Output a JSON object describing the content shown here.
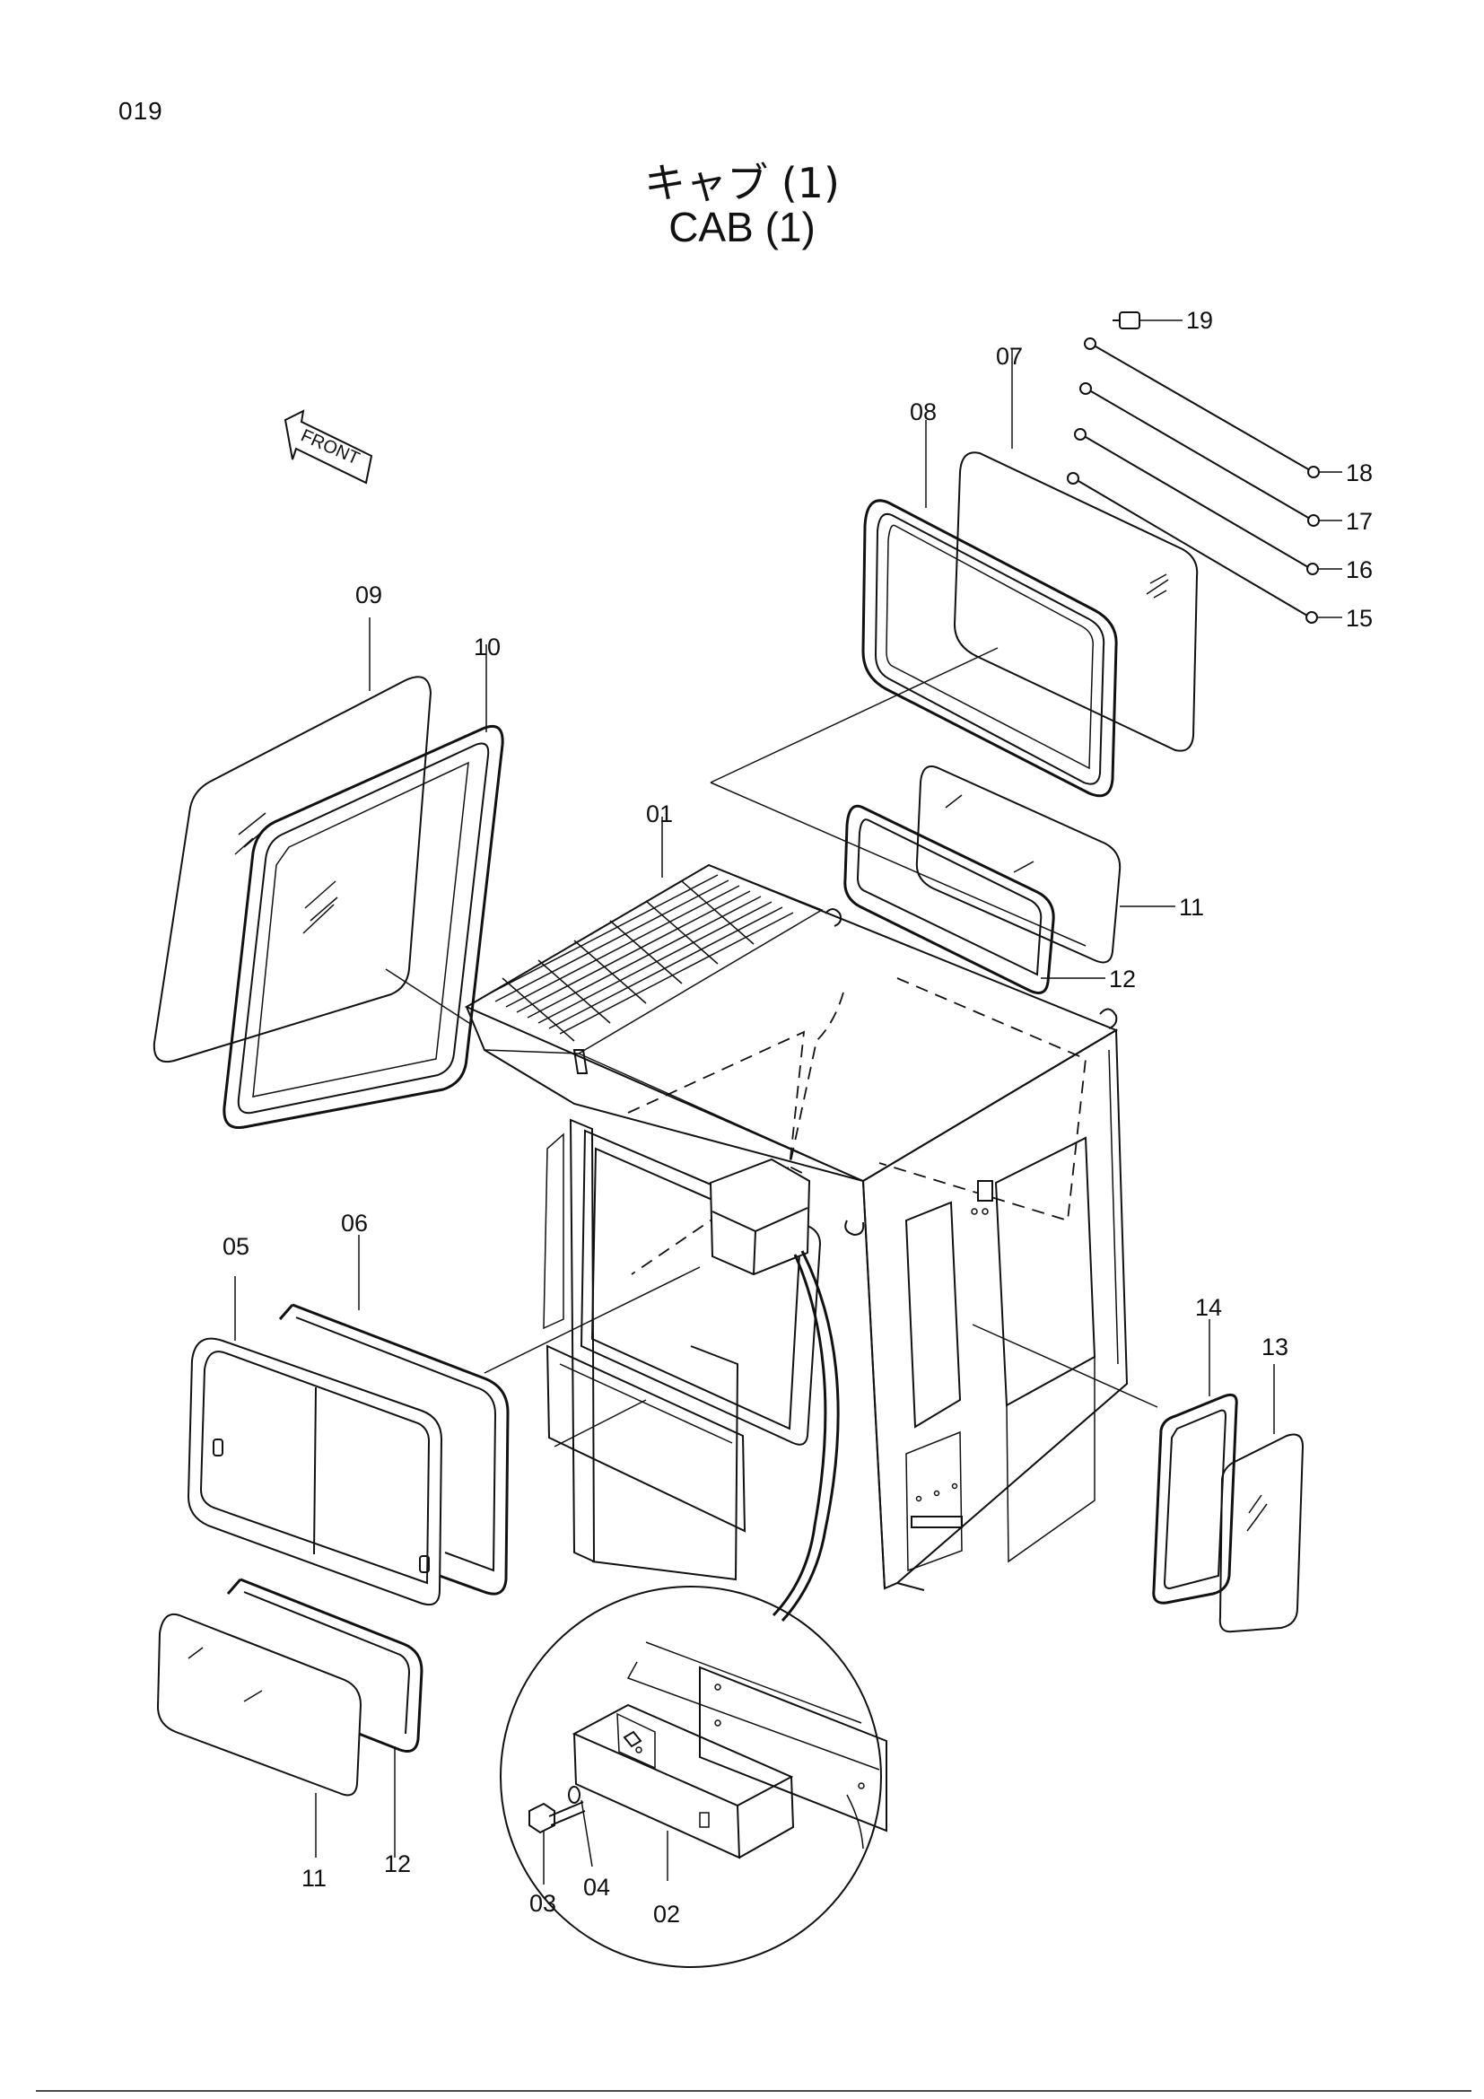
{
  "page_number": "019",
  "title_jp": "キャブ (1)",
  "title_en": "CAB (1)",
  "front_label": "FRONT",
  "callouts": {
    "p01": "01",
    "p02": "02",
    "p03": "03",
    "p04": "04",
    "p05": "05",
    "p06": "06",
    "p07": "07",
    "p08": "08",
    "p09": "09",
    "p10": "10",
    "p11a": "11",
    "p11b": "11",
    "p12a": "12",
    "p12b": "12",
    "p13": "13",
    "p14": "14",
    "p15": "15",
    "p16": "16",
    "p17": "17",
    "p18": "18",
    "p19": "19"
  }
}
